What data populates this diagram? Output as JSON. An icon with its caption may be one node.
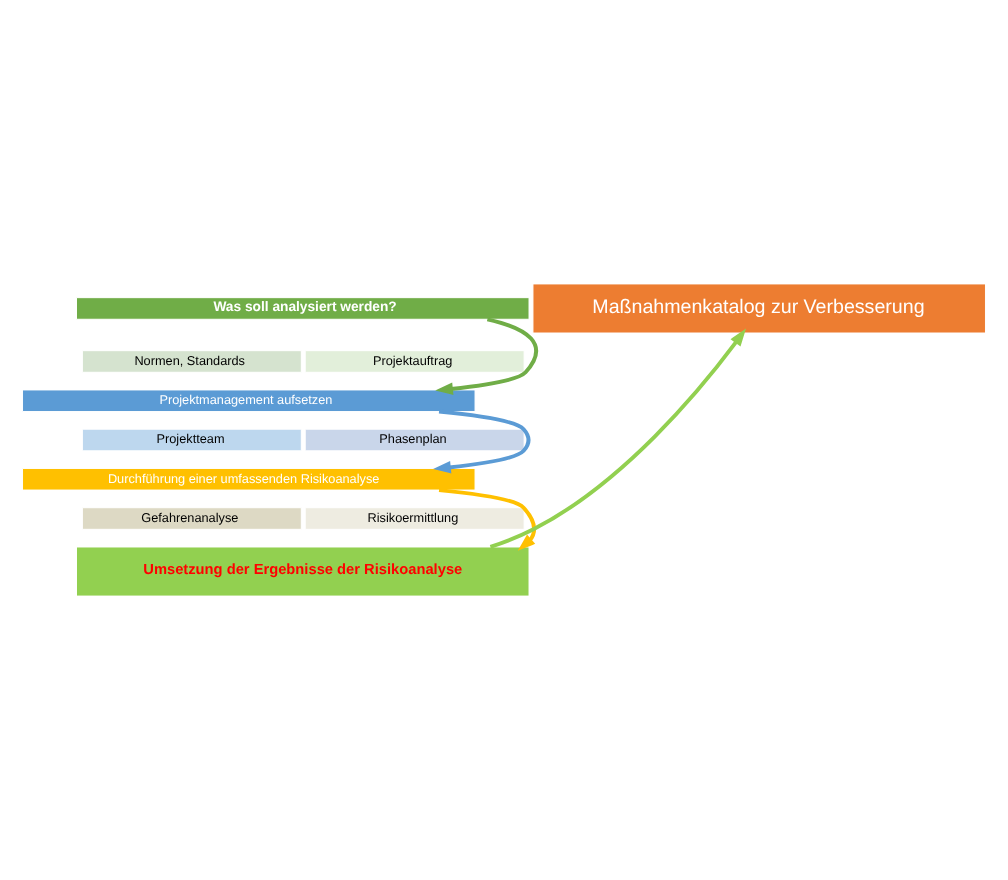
{
  "diagram": {
    "nodes": [
      {
        "text": [
          "Was soll analysiert werden?"
        ]
      },
      {
        "text": [
          "Normen, Standards"
        ]
      },
      {
        "text": [
          "Projektauftrag"
        ]
      },
      {
        "text": [
          "Projektmanagement aufsetzen"
        ]
      },
      {
        "text": [
          "Projektteam"
        ]
      },
      {
        "text": [
          "Phasenplan"
        ]
      },
      {
        "text": [
          "Durchführung einer umfassenden Risikoanalyse"
        ]
      },
      {
        "text": [
          "Gefahrenanalyse"
        ]
      },
      {
        "text": [
          "Risikoermittlung"
        ]
      },
      {
        "text": [
          "Umsetzung der Ergebnisse der Risikoanalyse"
        ]
      },
      {
        "text": [
          "Maßnahmenkatalog zur Verbesserung"
        ]
      }
    ],
    "edges": [
      {
        "from": 0,
        "to": 3,
        "arrow": "to",
        "color": "#70ad47"
      },
      {
        "from": 3,
        "to": 6,
        "arrow": "to",
        "color": "#5b9bd5"
      },
      {
        "from": 6,
        "to": 9,
        "arrow": "to",
        "color": "#ffc000"
      },
      {
        "from": 9,
        "to": 10,
        "arrow": "to",
        "color": "#92d050"
      }
    ]
  }
}
